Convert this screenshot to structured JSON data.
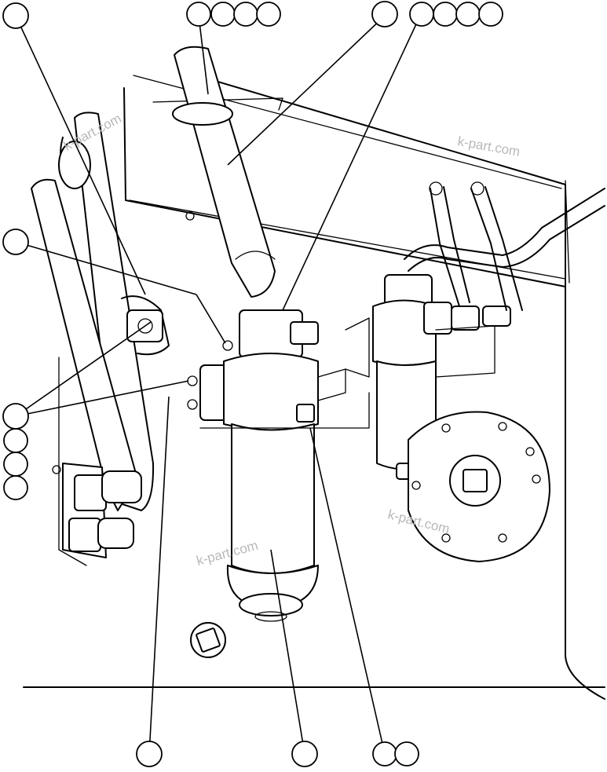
{
  "watermarks": [
    "k-part.com",
    "k-part.com",
    "k-part.com",
    "k-part.com"
  ],
  "colors": {
    "ink": "#000000",
    "paper": "#ffffff",
    "watermark": "#b8b8b8"
  }
}
